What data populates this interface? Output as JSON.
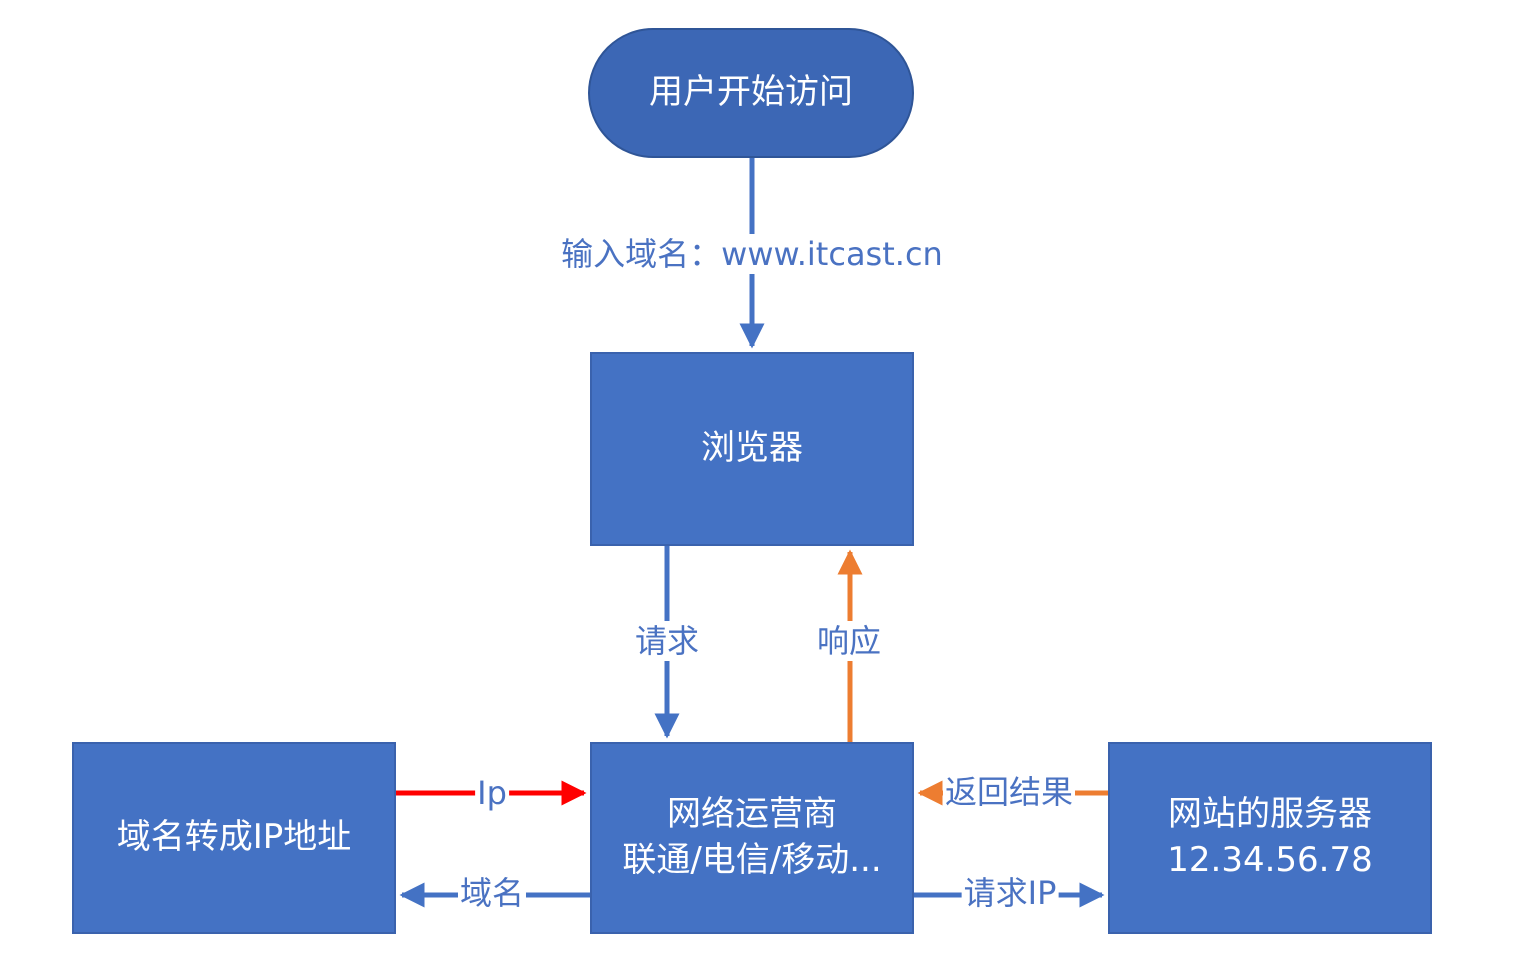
{
  "nodes": {
    "start": {
      "label": "用户开始访问"
    },
    "browser": {
      "label": "浏览器"
    },
    "isp": {
      "line1": "网络运营商",
      "line2": "联通/电信/移动..."
    },
    "dns": {
      "label": "域名转成IP地址"
    },
    "server": {
      "line1": "网站的服务器",
      "line2": "12.34.56.78"
    }
  },
  "edges": {
    "input_domain": {
      "label": "输入域名：www.itcast.cn",
      "color": "#4472c4"
    },
    "request": {
      "label": "请求",
      "color": "#4472c4"
    },
    "response": {
      "label": "响应",
      "color": "#ed7d31"
    },
    "ip_to_isp": {
      "label": "Ip",
      "color": "#ff0000"
    },
    "domain_to_dns": {
      "label": "域名",
      "color": "#4472c4"
    },
    "return_result": {
      "label": "返回结果",
      "color": "#ed7d31"
    },
    "request_ip": {
      "label": "请求IP",
      "color": "#4472c4"
    }
  }
}
